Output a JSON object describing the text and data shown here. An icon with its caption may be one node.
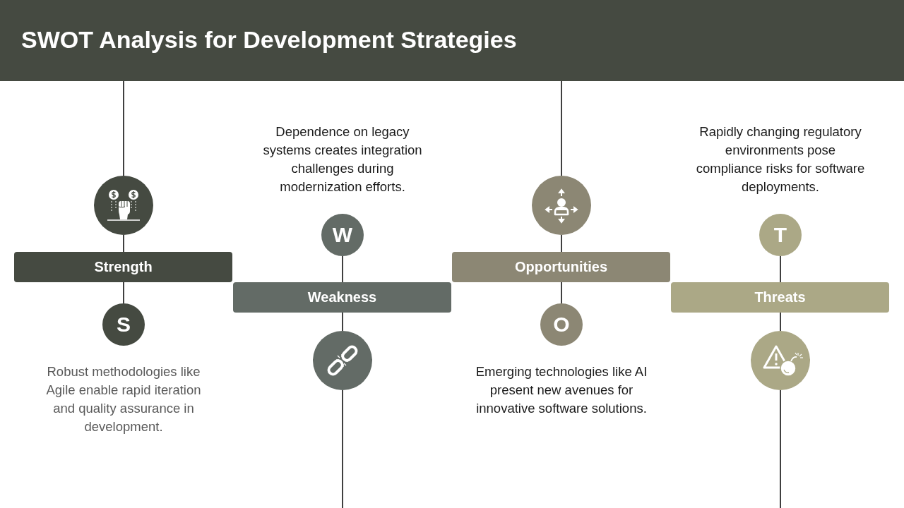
{
  "diagram": {
    "title": "SWOT Analysis for Development Strategies",
    "nodes": [
      {
        "text": [],
        "shape": "circle"
      },
      {
        "text": [
          "Strength"
        ]
      },
      {
        "text": [
          "S"
        ],
        "beside": [
          "Robust methodologies like Agile enable rapid iteration and quality assurance in development."
        ]
      },
      {
        "text": [
          "W"
        ],
        "beside": [
          "Dependence on legacy systems creates integration challenges during modernization efforts."
        ]
      },
      {
        "text": [
          "Weakness"
        ]
      },
      {
        "text": [],
        "shape": "circle"
      },
      {
        "text": [],
        "shape": "circle"
      },
      {
        "text": [
          "Opportunities"
        ]
      },
      {
        "text": [
          "O"
        ],
        "beside": [
          "Emerging technologies like AI present new avenues for innovative software solutions."
        ]
      },
      {
        "text": [
          "T"
        ],
        "beside": [
          "Rapidly changing regulatory environments pose compliance risks for software deployments."
        ]
      },
      {
        "text": [
          "Threats"
        ]
      },
      {
        "text": [],
        "shape": "circle"
      }
    ],
    "edges": [
      {
        "from": null,
        "to": 0,
        "arrow": "none"
      },
      {
        "from": 0,
        "to": 1,
        "arrow": "none"
      },
      {
        "from": 1,
        "to": 2,
        "arrow": "none"
      },
      {
        "from": 3,
        "to": 4,
        "arrow": "none"
      },
      {
        "from": 4,
        "to": 5,
        "arrow": "none"
      },
      {
        "from": 5,
        "to": null,
        "arrow": "none"
      },
      {
        "from": null,
        "to": 6,
        "arrow": "none"
      },
      {
        "from": 6,
        "to": 7,
        "arrow": "none"
      },
      {
        "from": 7,
        "to": 8,
        "arrow": "none"
      },
      {
        "from": 9,
        "to": 10,
        "arrow": "none"
      },
      {
        "from": 10,
        "to": 11,
        "arrow": "none"
      },
      {
        "from": 11,
        "to": null,
        "arrow": "none"
      }
    ]
  }
}
